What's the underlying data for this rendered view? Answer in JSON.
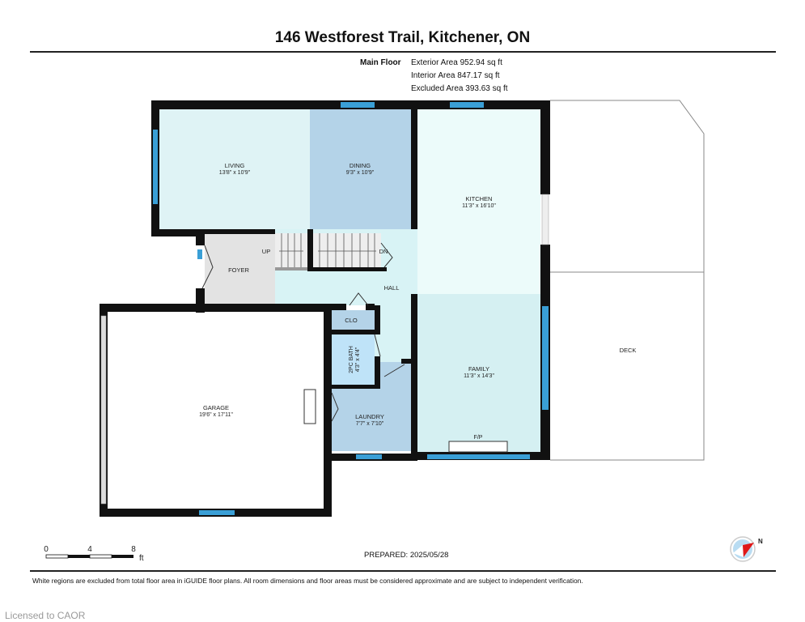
{
  "title": "146 Westforest Trail, Kitchener, ON",
  "floor": {
    "label": "Main Floor",
    "exterior_area": "Exterior Area 952.94 sq ft",
    "interior_area": "Interior Area 847.17 sq ft",
    "excluded_area": "Excluded Area 393.63 sq ft"
  },
  "rooms": {
    "living": {
      "name": "LIVING",
      "dims": "13'8\" x 10'9\""
    },
    "dining": {
      "name": "DINING",
      "dims": "9'3\" x 10'9\""
    },
    "kitchen": {
      "name": "KITCHEN",
      "dims": "11'3\" x 16'10\""
    },
    "family": {
      "name": "FAMILY",
      "dims": "11'3\" x 14'3\""
    },
    "garage": {
      "name": "GARAGE",
      "dims": "19'6\" x 17'11\""
    },
    "laundry": {
      "name": "LAUNDRY",
      "dims": "7'7\" x 7'10\""
    },
    "bath": {
      "name": "2PC BATH",
      "dims": "4'3\" x 4'4\""
    },
    "foyer": {
      "name": "FOYER"
    },
    "hall": {
      "name": "HALL"
    },
    "clo": {
      "name": "CLO"
    },
    "deck": {
      "name": "DECK"
    },
    "up": "UP",
    "dn": "DN",
    "fp": "F/P"
  },
  "scale": {
    "ticks": [
      "0",
      "4",
      "8"
    ],
    "unit": "ft"
  },
  "prepared": "PREPARED: 2025/05/28",
  "disclaimer": "White regions are excluded from total floor area in iGUIDE floor plans. All room dimensions and floor areas must be considered approximate and are subject to independent verification.",
  "licensed": "Licensed to CAOR",
  "compass_label": "N"
}
